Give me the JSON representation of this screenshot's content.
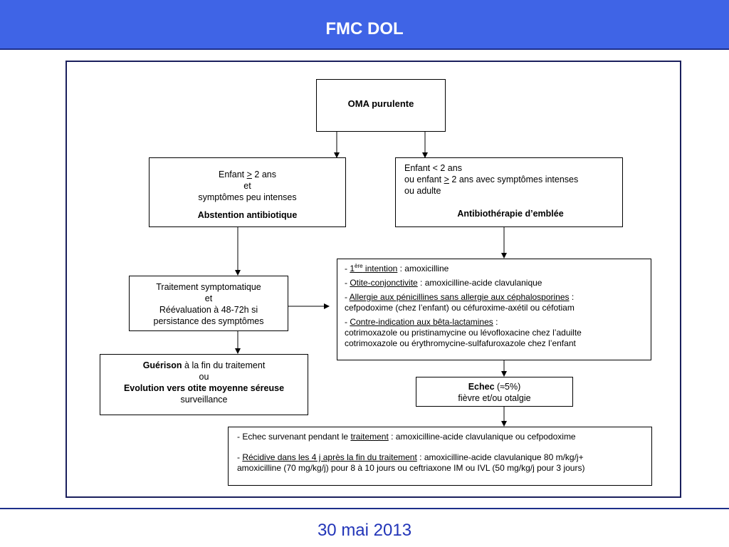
{
  "header": {
    "title": "FMC DOL"
  },
  "footer": {
    "date": "30 mai 2013"
  },
  "diagram": {
    "oma": "OMA purulente",
    "left": {
      "l1_pre": "Enfant ",
      "l1_ge": ">",
      "l1_post": " 2 ans",
      "l2": "et",
      "l3": "symptômes peu intenses",
      "decision": "Abstention antibiotique"
    },
    "right": {
      "l1": "Enfant < 2 ans",
      "l2_pre": "ou enfant ",
      "l2_ge": ">",
      "l2_post": " 2 ans avec symptômes intenses",
      "l3": "ou adulte",
      "decision": "Antibiothérapie d’emblée"
    },
    "symptomatic": {
      "l1": "Traitement symptomatique",
      "l2": "et",
      "l3": "Réévaluation à 48-72h si",
      "l4": "persistance des symptômes"
    },
    "outcome": {
      "guerison": "Guérison",
      "guerison_rest": " à la fin du traitement",
      "ou": "ou",
      "evolution": "Evolution vers otite moyenne séreuse",
      "surveillance": "surveillance"
    },
    "treatment": {
      "i1_dash": "- ",
      "i1_num": "1",
      "i1_sup": "ère",
      "i1_label": " intention",
      "i1_rest": " : amoxicilline",
      "i2_dash": "- ",
      "i2_label": "Otite-conjonctivite",
      "i2_rest": " : amoxicilline-acide clavulanique",
      "i3_dash": "- ",
      "i3_label": "Allergie aux pénicillines sans allergie aux céphalosporines",
      "i3_rest": " :",
      "i3_line2": "cefpodoxime (chez l’enfant) ou céfuroxime-axétil ou céfotiam",
      "i4_dash": "- ",
      "i4_label": "Contre-indication aux bêta-lactamines",
      "i4_rest": " :",
      "i4_line2": "cotrimoxazole ou pristinamycine ou lévofloxacine chez l’aduilte",
      "i4_line3": "cotrimoxazole ou érythromycine-sulfafuroxazole chez l’enfant"
    },
    "echec": {
      "label": "Echec",
      "pct": " (≈5%)",
      "line2": "fièvre et/ou otalgie"
    },
    "final": {
      "p1_pre": "- Echec survenant pendant le ",
      "p1_link": "traitement",
      "p1_post": " : amoxicilline-acide clavulanique ou cefpodoxime",
      "p2_pre": "- ",
      "p2_link": "Récidive dans les 4 j après la fin du traitement",
      "p2_post": " : amoxicilline-acide clavulanique 80 m/kg/j+",
      "p2_line2": "amoxicilline (70 mg/kg/j) pour 8 à 10 jours ou ceftriaxone IM ou IVL (50 mg/kg/j  pour 3 jours)"
    }
  }
}
